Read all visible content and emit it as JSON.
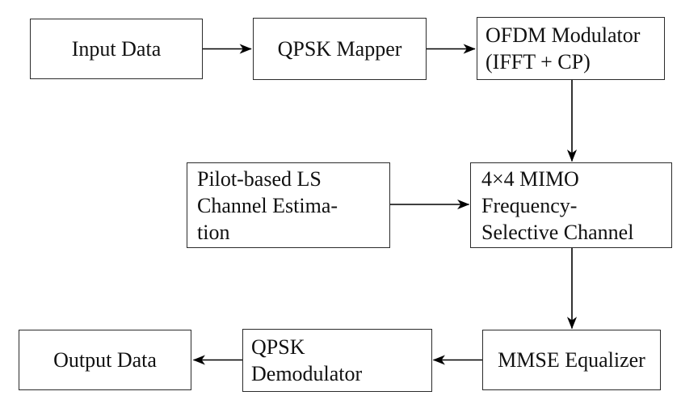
{
  "diagram": {
    "colors": {
      "background": "#ffffff",
      "box_border": "#2b2b2b",
      "arrow": "#000000",
      "text": "#111111"
    },
    "nodes": {
      "input_data": {
        "label": "Input Data"
      },
      "qpsk_mapper": {
        "label": "QPSK Mapper"
      },
      "ofdm_modulator": {
        "line1": "OFDM Modulator",
        "line2": "(IFFT + CP)"
      },
      "pilot_estimation": {
        "line1": "Pilot-based LS",
        "line2_left": "Channel",
        "line2_right": "Estima-",
        "line3": "tion"
      },
      "mimo_channel": {
        "line1": "4×4 MIMO",
        "line2": "Frequency-",
        "line3": "Selective Channel"
      },
      "mmse_equalizer": {
        "label": "MMSE Equalizer"
      },
      "qpsk_demodulator": {
        "line1": "QPSK",
        "line2": "Demodulator"
      },
      "output_data": {
        "label": "Output Data"
      }
    },
    "connections": [
      {
        "from": "input_data",
        "to": "qpsk_mapper"
      },
      {
        "from": "qpsk_mapper",
        "to": "ofdm_modulator"
      },
      {
        "from": "ofdm_modulator",
        "to": "mimo_channel"
      },
      {
        "from": "pilot_estimation",
        "to": "mimo_channel"
      },
      {
        "from": "mimo_channel",
        "to": "mmse_equalizer"
      },
      {
        "from": "mmse_equalizer",
        "to": "qpsk_demodulator"
      },
      {
        "from": "qpsk_demodulator",
        "to": "output_data"
      }
    ]
  }
}
